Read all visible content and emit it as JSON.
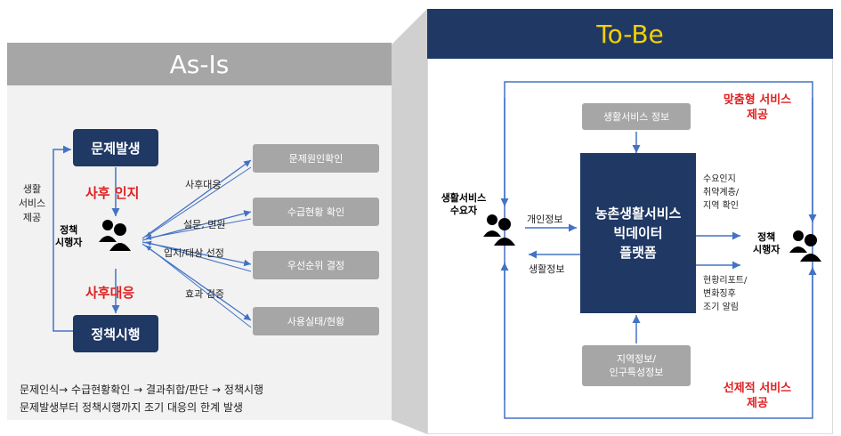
{
  "asis": {
    "title": "As-Is",
    "box_problem": "문제발생",
    "box_policy": "정책시행",
    "side_label": "생활\n서비스\n제공",
    "red_recognition": "사후 인지",
    "red_response": "사후대응",
    "actor": "정책\n시행자",
    "branch_labels": [
      "사후대응",
      "설문, 면원",
      "입지/대상 선정",
      "효과 검증"
    ],
    "branch_boxes": [
      "문제원인확인",
      "수급현황 확인",
      "우선순위 결정",
      "사용실태/현황"
    ],
    "footer_line1": "문제인식→ 수급현황확인 → 결과취합/판단 → 정책시행",
    "footer_line2": "문제발생부터 정책시행까지 조기 대응의 한계 발생"
  },
  "tobe": {
    "title": "To-Be",
    "top_box": "생활서비스 정보",
    "bottom_box": "지역정보/\n인구특성정보",
    "platform": "농촌생활서비스\n빅데이터\n플랫폼",
    "left_actor": "생활서비스\n수요자",
    "right_actor": "정책\n시행자",
    "left_in": "개인정보",
    "left_out": "생활정보",
    "right_top": "수요인지\n취약계층/\n지역 확인",
    "right_bottom": "현황리포트/\n변화징후\n조기 알림",
    "red_top": "맞춤형 서비스\n제공",
    "red_bottom": "선제적 서비스\n제공"
  },
  "colors": {
    "navy": "#1f3864",
    "gray": "#a6a6a6",
    "red": "#e02020",
    "arrow": "#4472c4"
  }
}
